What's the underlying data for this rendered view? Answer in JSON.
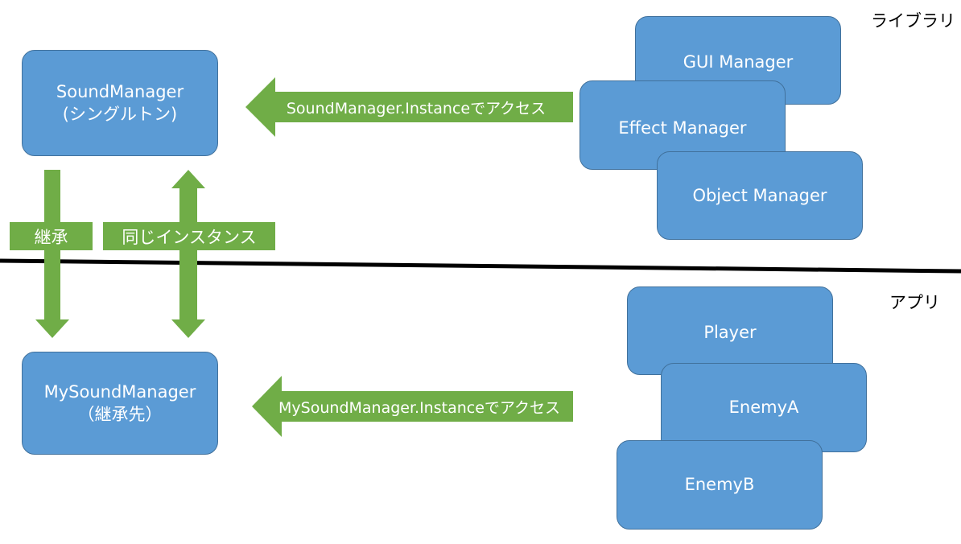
{
  "sections": {
    "library": "ライブラリ",
    "app": "アプリ"
  },
  "sound_manager": {
    "line1": "SoundManager",
    "line2": "(シングルトン)"
  },
  "my_sound_manager": {
    "line1": "MySoundManager",
    "line2": "（継承先）"
  },
  "library_managers": [
    "GUI Manager",
    "Effect Manager",
    "Object Manager"
  ],
  "app_objects": [
    "Player",
    "EnemyA",
    "EnemyB"
  ],
  "arrows": {
    "top_access": "SoundManager.Instanceでアクセス",
    "bottom_access": "MySoundManager.Instanceでアクセス",
    "inherit": "継承",
    "same_instance": "同じインスタンス"
  },
  "colors": {
    "box_fill": "#5b9bd5",
    "box_border": "#41719c",
    "arrow_green": "#70ad47",
    "divider": "#000000"
  }
}
